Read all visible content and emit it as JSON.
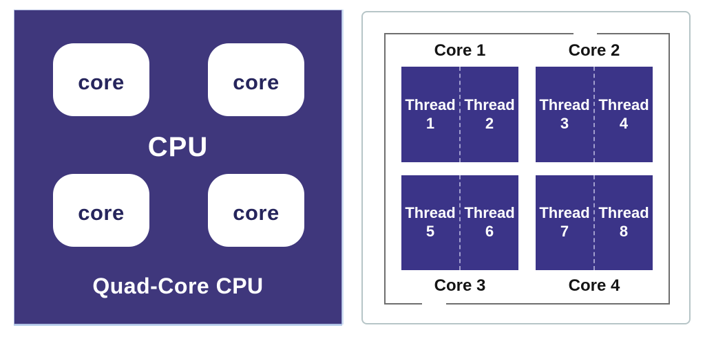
{
  "left_diagram": {
    "cpu_label": "CPU",
    "caption": "Quad-Core CPU",
    "core_labels": [
      "core",
      "core",
      "core",
      "core"
    ],
    "colors": {
      "chip_background": "#3f377c",
      "core_box_fill": "#ffffff",
      "core_text": "#26255c",
      "title_text": "#ffffff"
    }
  },
  "right_diagram": {
    "cores": [
      {
        "label": "Core 1",
        "label_position": "top",
        "threads": [
          {
            "word": "Thread",
            "number": "1"
          },
          {
            "word": "Thread",
            "number": "2"
          }
        ]
      },
      {
        "label": "Core 2",
        "label_position": "top",
        "threads": [
          {
            "word": "Thread",
            "number": "3"
          },
          {
            "word": "Thread",
            "number": "4"
          }
        ]
      },
      {
        "label": "Core 3",
        "label_position": "bottom",
        "threads": [
          {
            "word": "Thread",
            "number": "5"
          },
          {
            "word": "Thread",
            "number": "6"
          }
        ]
      },
      {
        "label": "Core 4",
        "label_position": "bottom",
        "threads": [
          {
            "word": "Thread",
            "number": "7"
          },
          {
            "word": "Thread",
            "number": "8"
          }
        ]
      }
    ],
    "colors": {
      "thread_box_fill": "#3b3488",
      "thread_text": "#ffffff",
      "core_label_text": "#141414",
      "inner_border": "#6e6e6e",
      "outer_border": "#b6c5c7",
      "thread_divider": "#e2e2f8"
    }
  }
}
